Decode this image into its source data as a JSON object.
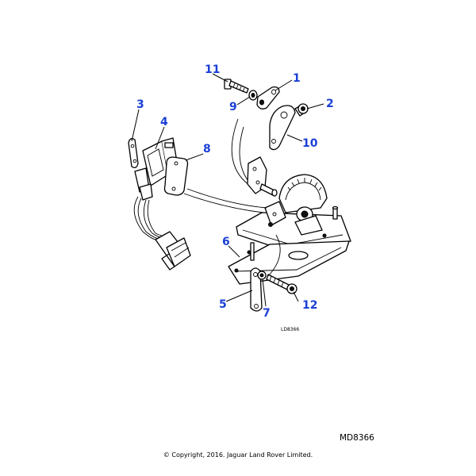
{
  "callouts": [
    {
      "id": "1",
      "label": "1"
    },
    {
      "id": "2",
      "label": "2"
    },
    {
      "id": "3",
      "label": "3"
    },
    {
      "id": "4",
      "label": "4"
    },
    {
      "id": "5",
      "label": "5"
    },
    {
      "id": "6",
      "label": "6"
    },
    {
      "id": "7",
      "label": "7"
    },
    {
      "id": "8",
      "label": "8"
    },
    {
      "id": "9",
      "label": "9"
    },
    {
      "id": "10",
      "label": "10"
    },
    {
      "id": "11",
      "label": "11"
    },
    {
      "id": "12",
      "label": "12"
    }
  ],
  "drawing_ref": "LD8366",
  "diagram_code": "MD8366",
  "copyright": "© Copyright, 2016. Jaguar Land Rover Limited.",
  "colors": {
    "callout": "#1a3fd6",
    "line": "#000000"
  }
}
